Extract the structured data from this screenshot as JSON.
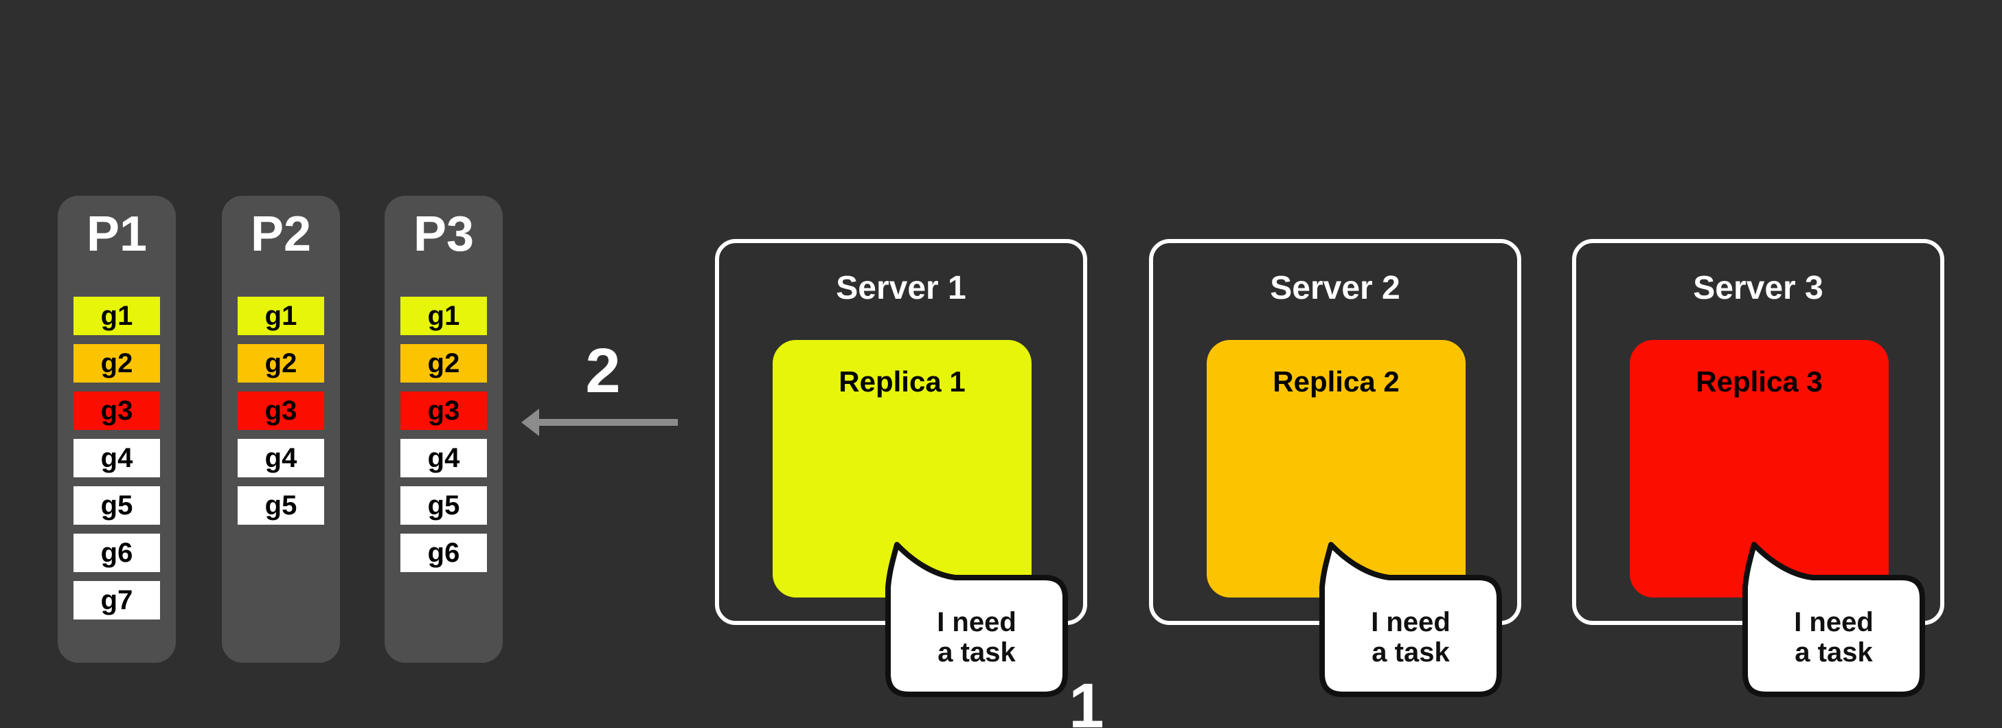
{
  "colors": {
    "background": "#2F2F2F",
    "panel": "#4F4F4F",
    "yellow": "#E6F50A",
    "orange": "#FCC400",
    "red": "#FB0D00",
    "white_cell": "#FFFFFF",
    "arrow": "#8C8C8C"
  },
  "partitions": [
    {
      "label": "P1",
      "cells": [
        {
          "label": "g1",
          "color": "#E6F50A"
        },
        {
          "label": "g2",
          "color": "#FCC400"
        },
        {
          "label": "g3",
          "color": "#FB0D00"
        },
        {
          "label": "g4",
          "color": "#FFFFFF"
        },
        {
          "label": "g5",
          "color": "#FFFFFF"
        },
        {
          "label": "g6",
          "color": "#FFFFFF"
        },
        {
          "label": "g7",
          "color": "#FFFFFF"
        }
      ]
    },
    {
      "label": "P2",
      "cells": [
        {
          "label": "g1",
          "color": "#E6F50A"
        },
        {
          "label": "g2",
          "color": "#FCC400"
        },
        {
          "label": "g3",
          "color": "#FB0D00"
        },
        {
          "label": "g4",
          "color": "#FFFFFF"
        },
        {
          "label": "g5",
          "color": "#FFFFFF"
        }
      ]
    },
    {
      "label": "P3",
      "cells": [
        {
          "label": "g1",
          "color": "#E6F50A"
        },
        {
          "label": "g2",
          "color": "#FCC400"
        },
        {
          "label": "g3",
          "color": "#FB0D00"
        },
        {
          "label": "g4",
          "color": "#FFFFFF"
        },
        {
          "label": "g5",
          "color": "#FFFFFF"
        },
        {
          "label": "g6",
          "color": "#FFFFFF"
        }
      ]
    }
  ],
  "servers": [
    {
      "label": "Server 1",
      "replica": {
        "label": "Replica 1",
        "color": "#E6F50A"
      },
      "bubble": {
        "line1": "I need",
        "line2": "a task"
      }
    },
    {
      "label": "Server 2",
      "replica": {
        "label": "Replica 2",
        "color": "#FCC400"
      },
      "bubble": {
        "line1": "I need",
        "line2": "a task"
      }
    },
    {
      "label": "Server 3",
      "replica": {
        "label": "Replica 3",
        "color": "#FB0D00"
      },
      "bubble": {
        "line1": "I need",
        "line2": "a task"
      }
    }
  ],
  "annotations": {
    "step_request": "1",
    "step_assign": "2"
  }
}
